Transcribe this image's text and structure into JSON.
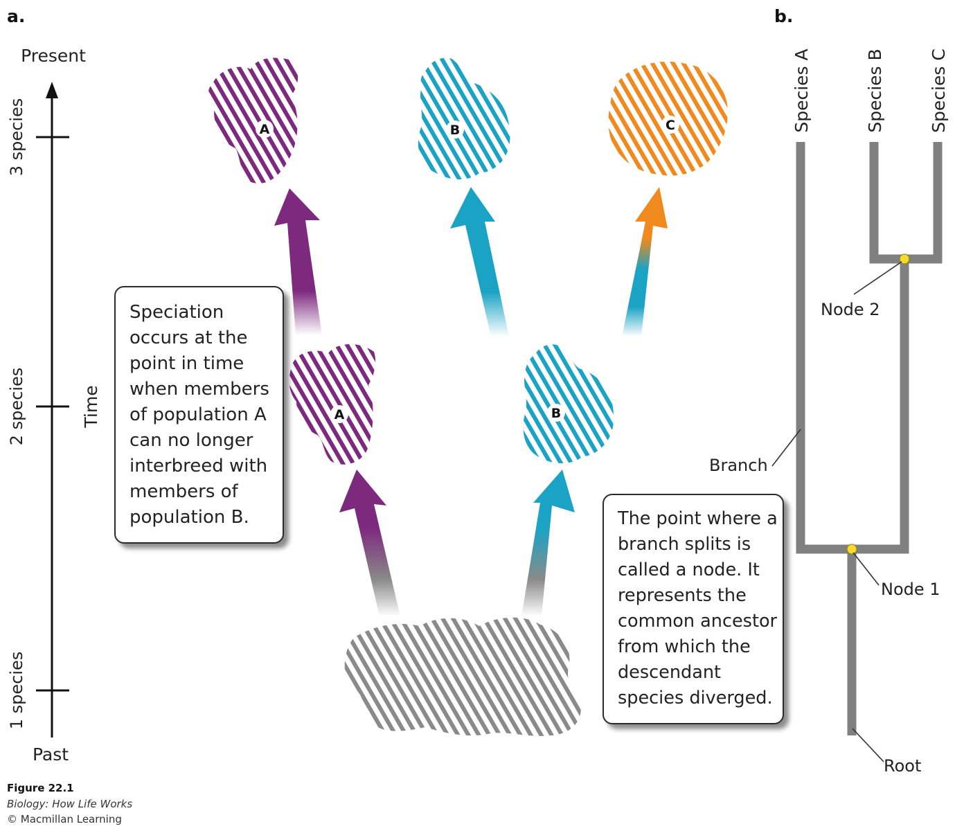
{
  "panel_a": {
    "label": "a.",
    "time_axis": {
      "top_label": "Present",
      "bottom_label": "Past",
      "axis_title": "Time",
      "ticks": [
        "3 species",
        "2 species",
        "1 species"
      ]
    },
    "populations": [
      {
        "label": "A",
        "color": "#7d2a7e"
      },
      {
        "label": "B",
        "color": "#1aa3c4"
      },
      {
        "label": "C",
        "color": "#f0891e"
      },
      {
        "label": "A",
        "color": "#7d2a7e"
      },
      {
        "label": "B",
        "color": "#1aa3c4"
      }
    ],
    "ancestor_color": "#8a8a8a",
    "callout_speciation": "Speciation occurs at the point in time when members of population A can no longer interbreed with members of population B.",
    "callout_node": "The point where a branch splits is called a node. It represents the common ancestor from which the descendant species diverged."
  },
  "panel_b": {
    "label": "b.",
    "species": [
      "Species A",
      "Species B",
      "Species C"
    ],
    "labels": {
      "node_2": "Node 2",
      "branch": "Branch",
      "node_1": "Node 1",
      "root": "Root"
    },
    "tree_color": "#808080",
    "node_color": "#f5dc2c"
  },
  "credits": {
    "figure_number": "Figure 22.1",
    "book_title": "Biology: How Life Works",
    "publisher": "© Macmillan Learning"
  }
}
